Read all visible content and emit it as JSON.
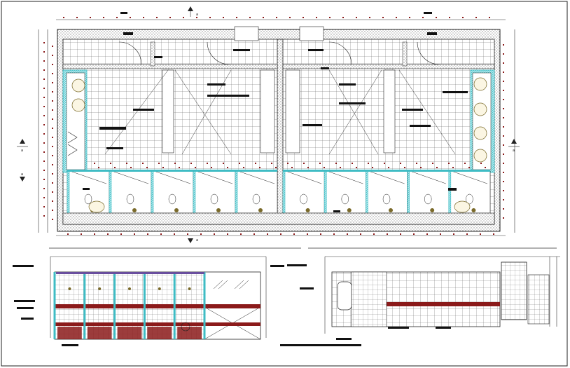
{
  "sheet": {
    "palette": {
      "paper": "#ffffff",
      "line": "#222222",
      "tile_grid": "#333333",
      "wall_hatch": "#8c8c8c",
      "accent_red": "#8b1a1a",
      "glass_cyan": "#3fbcc4",
      "fixture": "#7a6a2a"
    },
    "markers": {
      "section_top": "a",
      "section_bottom": "a",
      "section_left_upper": "a",
      "section_left_lower": "a",
      "section_right": "a"
    },
    "plan": {
      "stall_count_per_side": 5,
      "sink_count_per_side": 4,
      "tile_grid": "on"
    },
    "elevation_left": {
      "panel_count": 5
    },
    "elevation_right": {
      "tile_grid": "on"
    }
  }
}
